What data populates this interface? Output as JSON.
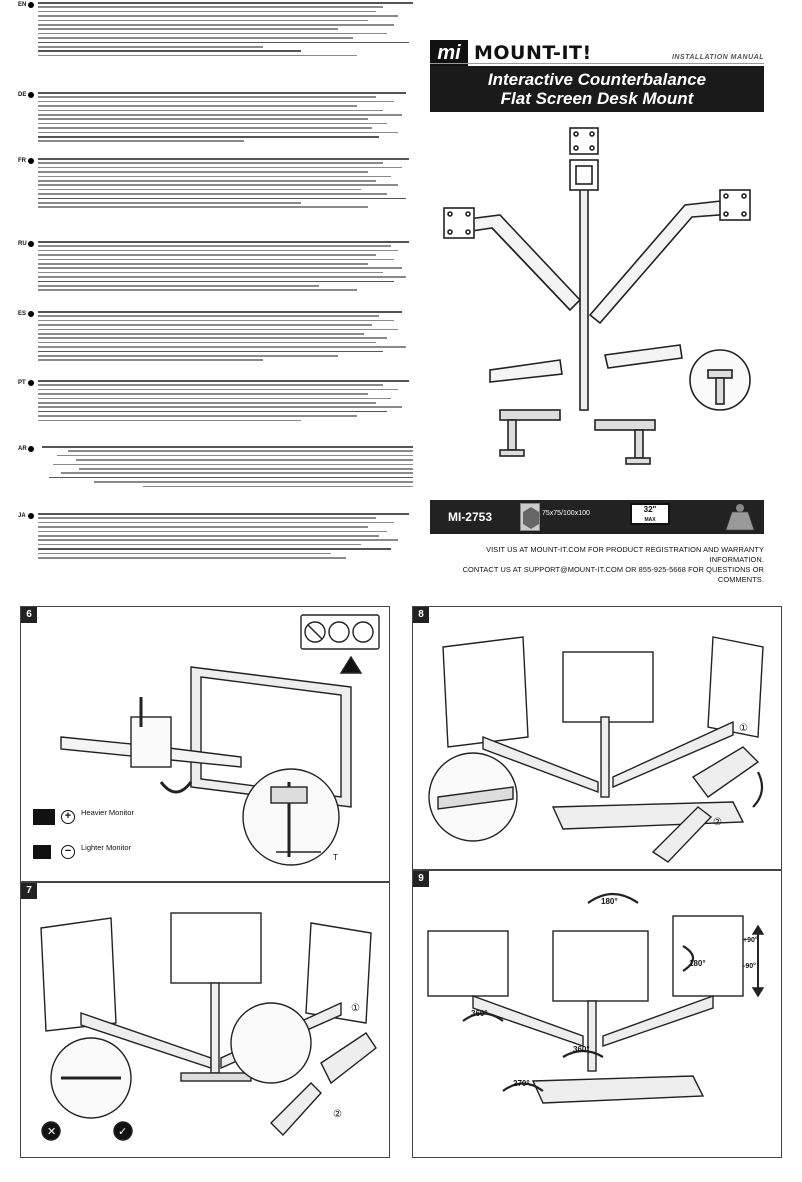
{
  "header": {
    "brand": "MOUNT-IT!",
    "logo_mark": "mi",
    "manual_label": "INSTALLATION MANUAL",
    "title_line1": "Interactive Counterbalance",
    "title_line2": "Flat Screen Desk Mount"
  },
  "languages": [
    "EN",
    "DE",
    "FR",
    "RU",
    "ES",
    "PT",
    "AR",
    "JA"
  ],
  "spec_bar": {
    "model": "MI-2753",
    "vesa": "75x75/100x100",
    "screen_size": "32\"",
    "screen_max": "MAX",
    "icons": [
      "vesa-icon",
      "screen-size-icon",
      "weight-icon"
    ]
  },
  "contact": {
    "line1": "VISIT US AT MOUNT-IT.COM FOR PRODUCT REGISTRATION AND WARRANTY INFORMATION.",
    "line2": "CONTACT US AT SUPPORT@MOUNT-IT.COM OR 855-925-5668 FOR QUESTIONS OR COMMENTS."
  },
  "steps": [
    {
      "number": "6"
    },
    {
      "number": "7"
    },
    {
      "number": "8"
    },
    {
      "number": "9"
    }
  ],
  "step6": {
    "heavier": "Heavier Monitor",
    "lighter": "Lighter Monitor",
    "tool_label": "T"
  },
  "step9": {
    "rot_top": "180°",
    "rot_right": "180°",
    "rot_left": "360°",
    "rot_mid": "360°",
    "rot_base": "270°",
    "tilt_up": "+90°",
    "tilt_down": "-90°"
  },
  "callouts": [
    "①",
    "②"
  ],
  "colors": {
    "dark": "#1a1a1a",
    "panel_border": "#444444",
    "text_gray": "#8a8a8a"
  }
}
